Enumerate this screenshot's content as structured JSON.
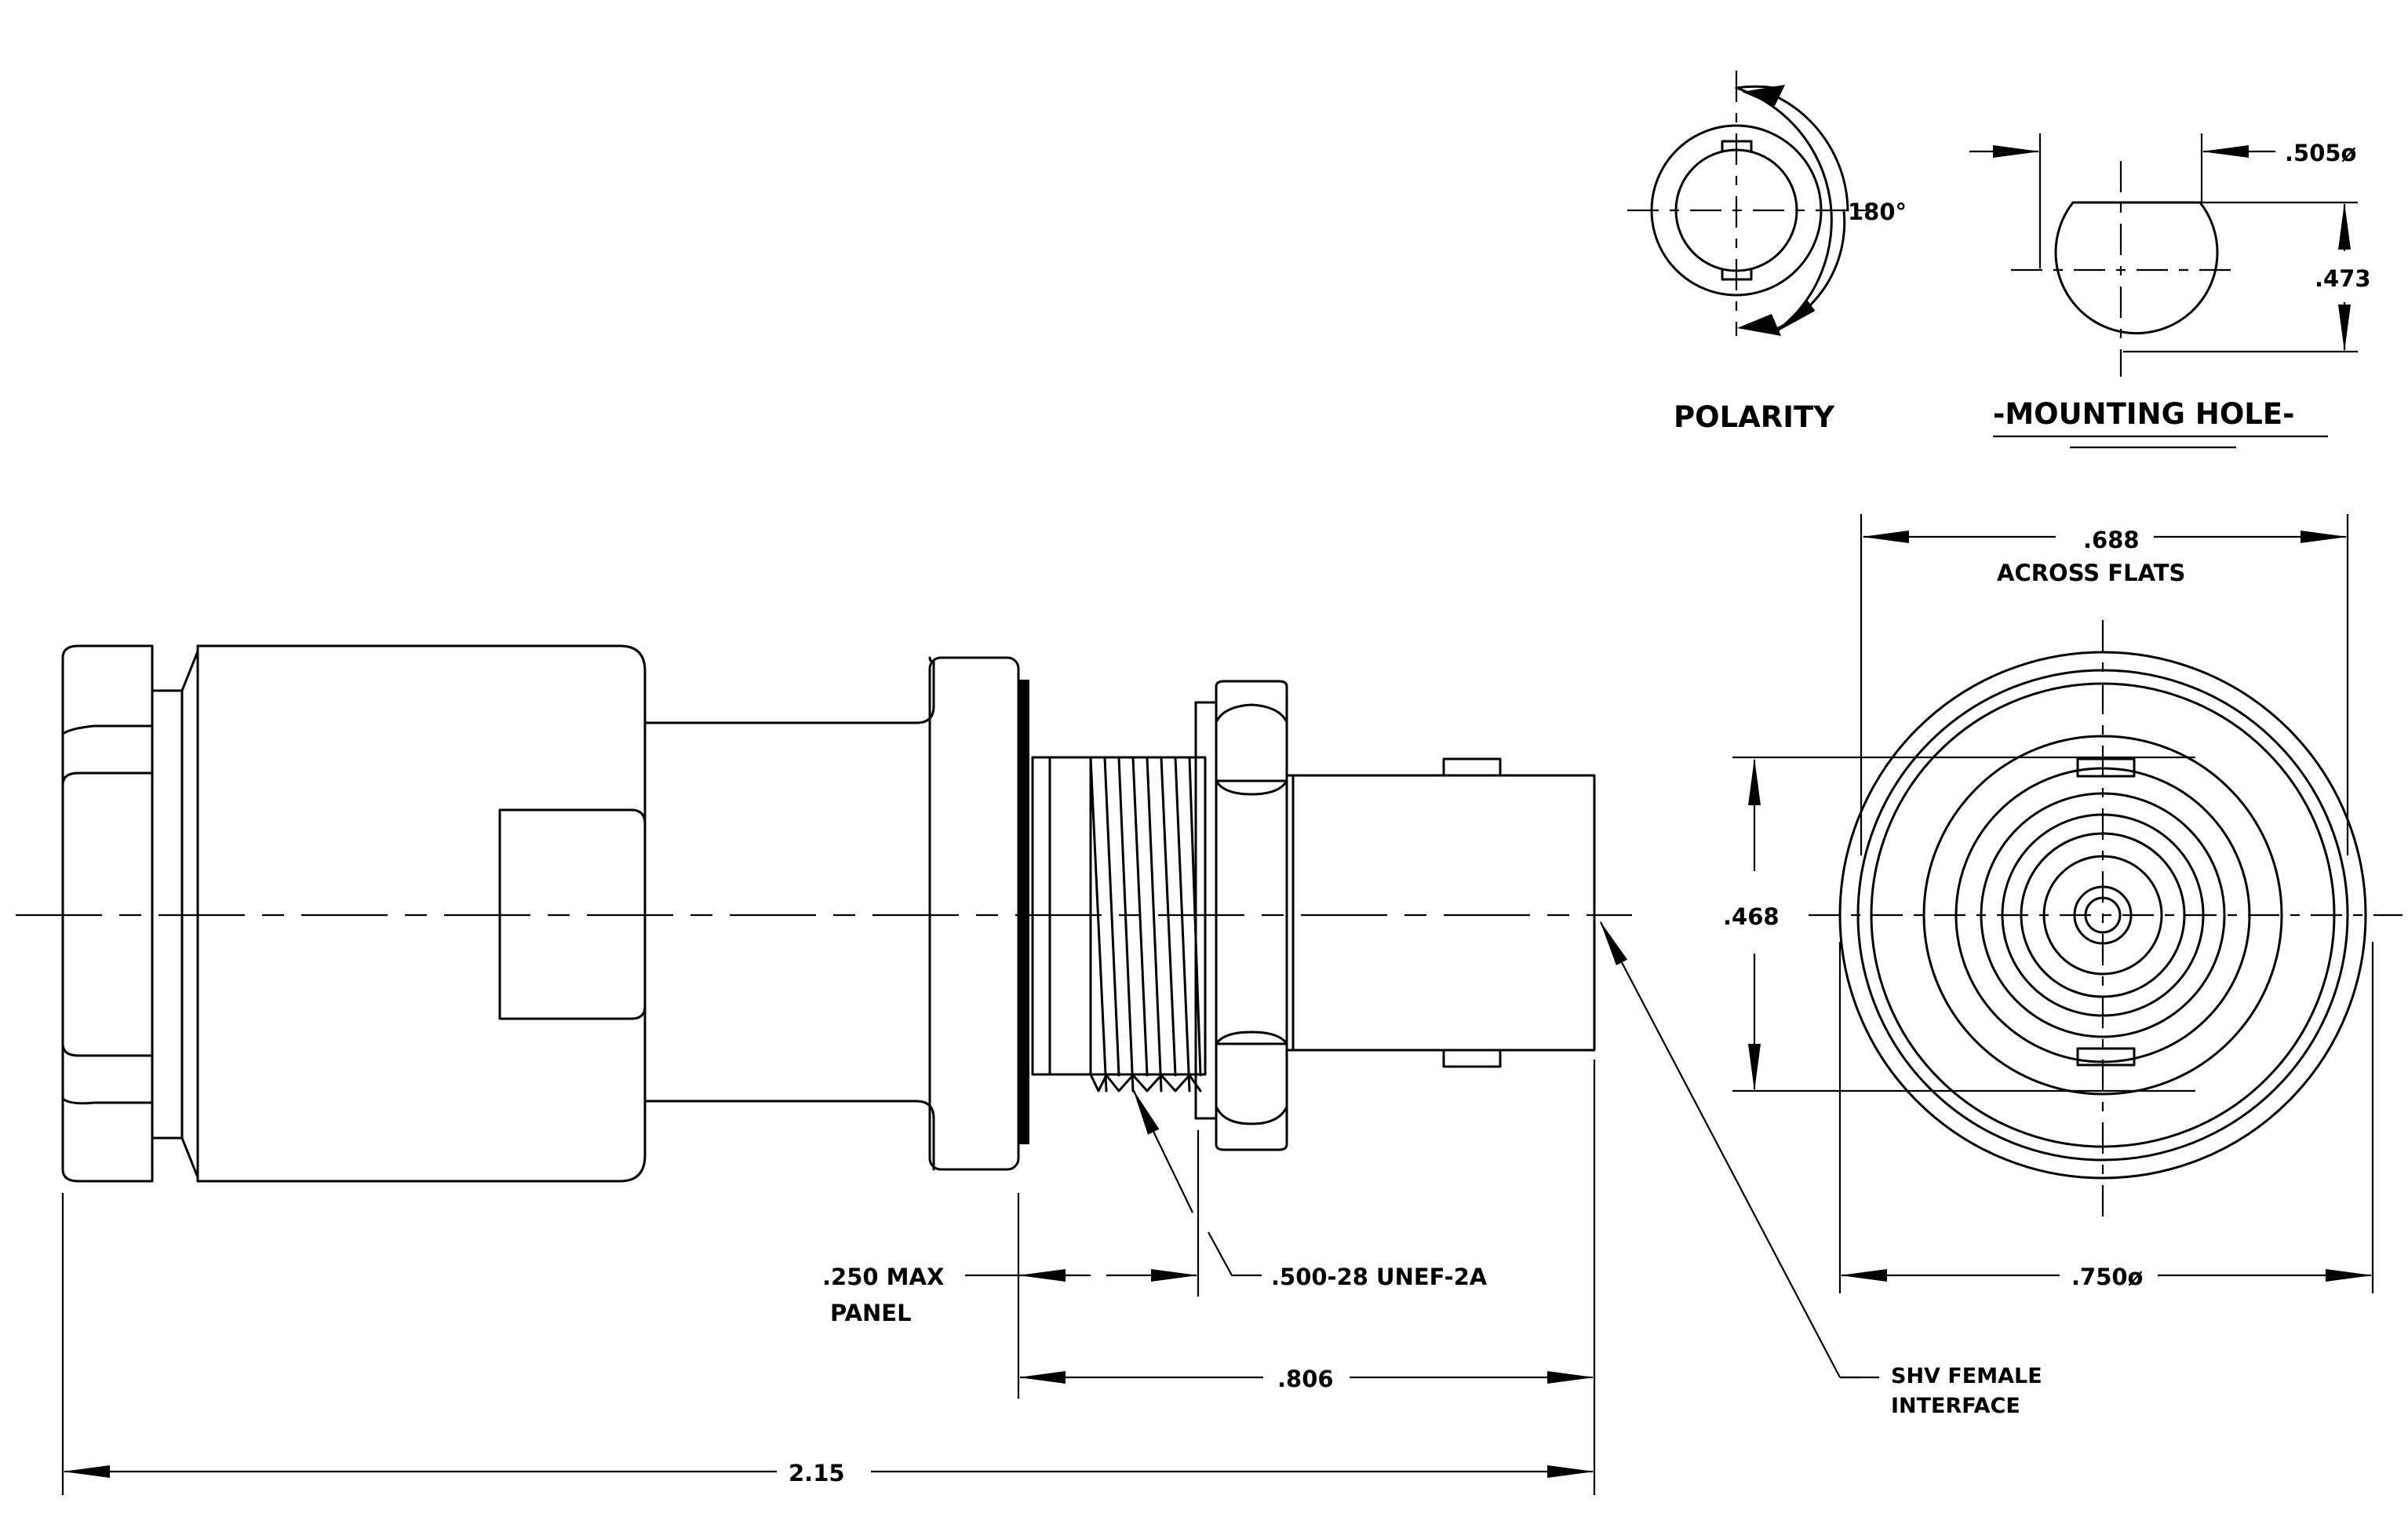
{
  "labels": {
    "polarity_title": "POLARITY",
    "polarity_angle": "180°",
    "mounting_hole_title": "-MOUNTING HOLE-",
    "hole_diameter": ".505ø",
    "hole_flat": ".473",
    "across_flats_value": ".688",
    "across_flats_text": "ACROSS FLATS",
    "height_468": ".468",
    "diameter_750": ".750ø",
    "panel_line1": ".250 MAX",
    "panel_line2": "PANEL",
    "thread_spec": ".500-28 UNEF-2A",
    "length_806": ".806",
    "overall_length": "2.15",
    "interface_line1": "SHV FEMALE",
    "interface_line2": "INTERFACE"
  },
  "colors": {
    "line": "#000000",
    "background": "#ffffff"
  }
}
